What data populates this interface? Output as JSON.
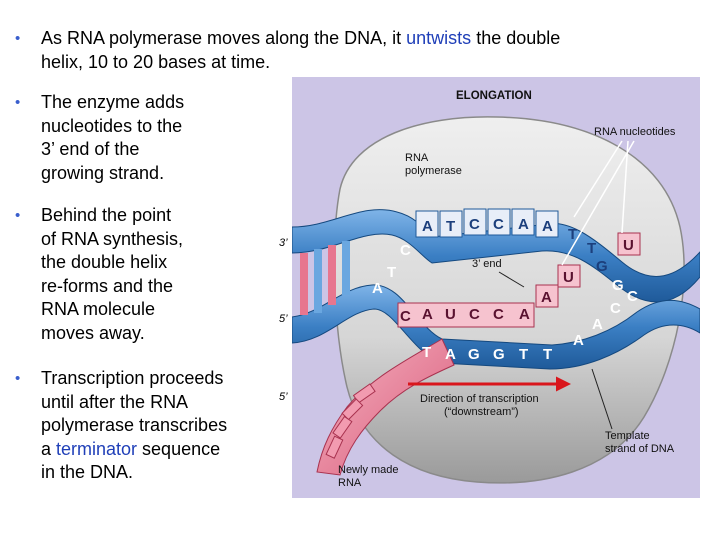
{
  "bullets": [
    {
      "marker": "•",
      "lines": [
        [
          "As RNA polymerase moves along the DNA, it ",
          "untwists",
          " the double"
        ],
        "helix, 10 to 20 bases at time."
      ]
    },
    {
      "marker": "•",
      "lines": [
        "The enzyme adds",
        "nucleotides to the",
        "3’ end of the",
        "growing strand."
      ]
    },
    {
      "marker": "•",
      "lines": [
        "Behind the point",
        "of RNA synthesis,",
        "the double helix",
        "re-forms and the",
        "RNA molecule",
        "moves away."
      ]
    },
    {
      "marker": "•",
      "lines": [
        "Transcription proceeds",
        "until after the RNA",
        "polymerase transcribes",
        [
          "a ",
          "terminator",
          " sequence"
        ],
        "in the DNA."
      ]
    }
  ],
  "diagram": {
    "title": "ELONGATION",
    "rna_nucleotides": "RNA nucleotides",
    "rna_polymerase": [
      "RNA",
      "polymerase"
    ],
    "end_3prime_label": "3’ end",
    "strand_end_top": "3’",
    "strand_end_mid": "5’",
    "strand_end_low": "5’",
    "direction": [
      "Direction of transcription",
      "(“downstream”)"
    ],
    "template": [
      "Template",
      "strand of DNA"
    ],
    "newly_made": [
      "Newly made",
      "RNA"
    ],
    "top_strand_bases": [
      "A",
      "T",
      "C",
      "C",
      "A",
      "A",
      "T",
      "T",
      "G",
      "G"
    ],
    "rna_bases": [
      "C",
      "A",
      "U",
      "C",
      "C",
      "A"
    ],
    "template_bases": [
      "T",
      "A",
      "G",
      "G",
      "T",
      "T"
    ],
    "left_bases": [
      "A",
      "T",
      "C"
    ],
    "free_nucleotides": [
      "U",
      "U",
      "A"
    ],
    "right_template_bases": [
      "A",
      "A",
      "C",
      "C"
    ]
  },
  "colors": {
    "bullet": "#3a5fcd",
    "highlight": "#1f3fb8",
    "diagram_bg": "#ccc5e6",
    "polymerase": "#dcdcdc",
    "dna_blue": "#3b7fc4",
    "rna_pink": "#e7768f",
    "arrow_red": "#d9161c"
  }
}
